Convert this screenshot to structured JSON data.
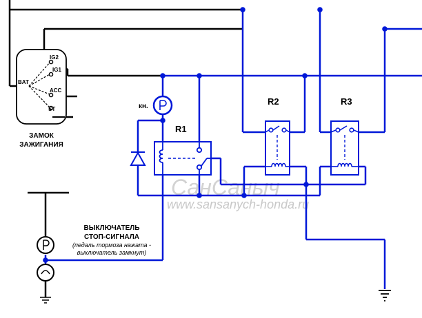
{
  "labels": {
    "ignition_title_line1": "ЗАМОК",
    "ignition_title_line2": "ЗАЖИГАНИЯ",
    "ig2": "IG2",
    "ig1": "IG1",
    "bat": "BAT",
    "acc": "ACC",
    "st": "ST",
    "button": "кн.",
    "r1": "R1",
    "r2": "R2",
    "r3": "R3",
    "brake_switch_line1": "ВЫКЛЮЧАТЕЛЬ",
    "brake_switch_line2": "СТОП-СИГНАЛА",
    "brake_note_line1": "(педаль тормоза нажата -",
    "brake_note_line2": "выключатель замкнут)"
  },
  "watermark": {
    "brand": "СанСаныч",
    "url": "www.sansanych-honda.ru"
  },
  "colors": {
    "wire_black": "#000000",
    "wire_blue": "#0018d8",
    "watermark": "#c8c8c8"
  }
}
